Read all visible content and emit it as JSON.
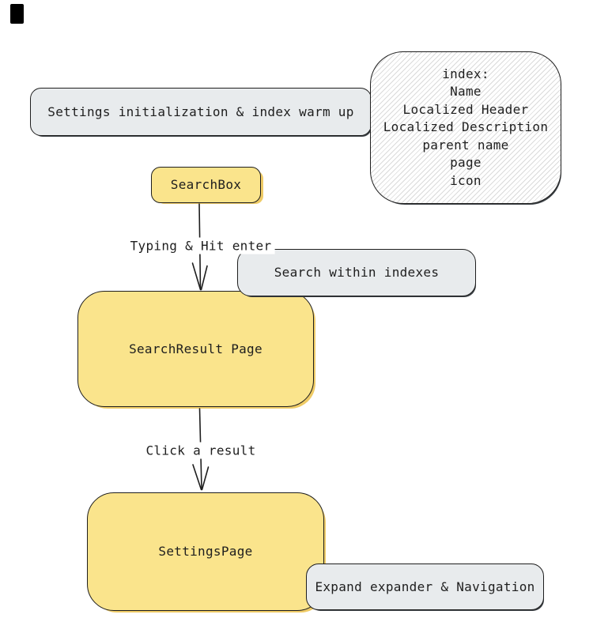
{
  "diagram": {
    "title": "Settings search flow (hand-drawn flowchart)",
    "colors": {
      "stroke": "#1e1e1e",
      "yellow_fill": "#FAE48C",
      "yellow_shadow": "#EFCB66",
      "gray_fill": "#E8EBED",
      "hatch_line": "#8c8c8c",
      "canvas_background": "#ffffff",
      "marker": "#000000"
    },
    "nodes": {
      "warmup": {
        "label": "Settings initialization & index warm up",
        "style": "gray"
      },
      "index_note": {
        "style": "hatched",
        "lines": [
          "index:",
          "Name",
          "Localized Header",
          "Localized Description",
          "parent name",
          "page",
          "icon"
        ]
      },
      "search_box": {
        "label": "SearchBox",
        "style": "yellow"
      },
      "search_within": {
        "label": "Search within indexes",
        "style": "gray"
      },
      "search_result": {
        "label": "SearchResult Page",
        "style": "yellow"
      },
      "settings_page": {
        "label": "SettingsPage",
        "style": "yellow"
      },
      "expand_nav": {
        "label": "Expand expander & Navigation",
        "style": "gray"
      }
    },
    "edges": {
      "typing": {
        "label": "Typing & Hit enter",
        "from": "SearchBox",
        "to": "SearchResult Page"
      },
      "click": {
        "label": "Click a result",
        "from": "SearchResult Page",
        "to": "SettingsPage"
      }
    }
  }
}
